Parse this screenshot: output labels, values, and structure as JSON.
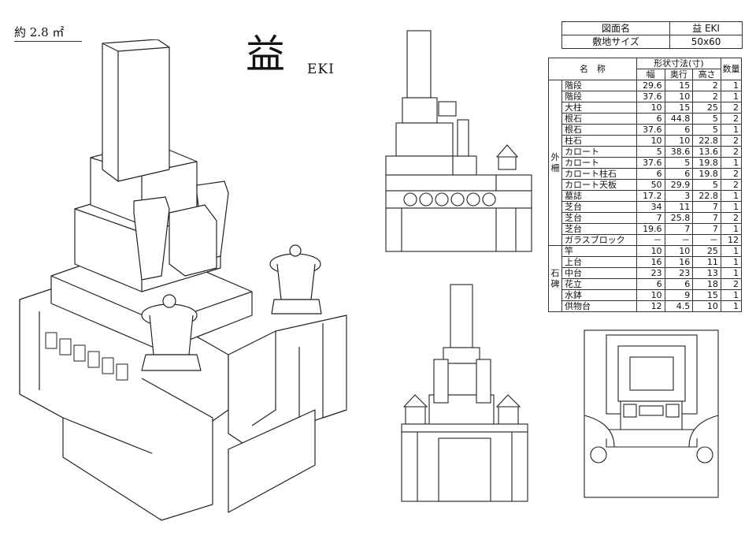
{
  "area_label": "約 2.8 ㎡",
  "title_kanji": "益",
  "title_roman": "EKI",
  "title_block": {
    "drawing_name_label": "図面名",
    "drawing_name_value": "益  EKI",
    "site_size_label": "敷地サイズ",
    "site_size_value": "50x60"
  },
  "spec_table": {
    "header_name": "名　称",
    "header_dims": "形状寸法(寸)",
    "header_width": "幅",
    "header_depth": "奥行",
    "header_height": "高さ",
    "header_qty": "数量",
    "groups": [
      {
        "category": "外\n柵",
        "rows": [
          {
            "name": "階段",
            "w": "29.6",
            "d": "15",
            "h": "2",
            "q": "1"
          },
          {
            "name": "階段",
            "w": "37.6",
            "d": "10",
            "h": "2",
            "q": "1"
          },
          {
            "name": "大柱",
            "w": "10",
            "d": "15",
            "h": "25",
            "q": "2"
          },
          {
            "name": "根石",
            "w": "6",
            "d": "44.8",
            "h": "5",
            "q": "2"
          },
          {
            "name": "根石",
            "w": "37.6",
            "d": "6",
            "h": "5",
            "q": "1"
          },
          {
            "name": "柱石",
            "w": "10",
            "d": "10",
            "h": "22.8",
            "q": "2"
          },
          {
            "name": "カロート",
            "w": "5",
            "d": "38.6",
            "h": "13.6",
            "q": "2"
          },
          {
            "name": "カロート",
            "w": "37.6",
            "d": "5",
            "h": "19.8",
            "q": "1"
          },
          {
            "name": "カロート柱石",
            "w": "6",
            "d": "6",
            "h": "19.8",
            "q": "2"
          },
          {
            "name": "カロート天板",
            "w": "50",
            "d": "29.9",
            "h": "5",
            "q": "2"
          },
          {
            "name": "墓誌",
            "w": "17.2",
            "d": "3",
            "h": "22.8",
            "q": "1"
          },
          {
            "name": "芝台",
            "w": "34",
            "d": "11",
            "h": "7",
            "q": "1"
          },
          {
            "name": "芝台",
            "w": "7",
            "d": "25.8",
            "h": "7",
            "q": "2"
          },
          {
            "name": "芝台",
            "w": "19.6",
            "d": "7",
            "h": "7",
            "q": "1"
          },
          {
            "name": "ガラスブロック",
            "w": "－",
            "d": "－",
            "h": "－",
            "q": "12"
          }
        ]
      },
      {
        "category": "石\n碑",
        "rows": [
          {
            "name": "竿",
            "w": "10",
            "d": "10",
            "h": "25",
            "q": "1"
          },
          {
            "name": "上台",
            "w": "16",
            "d": "16",
            "h": "11",
            "q": "1"
          },
          {
            "name": "中台",
            "w": "23",
            "d": "23",
            "h": "13",
            "q": "1"
          },
          {
            "name": "花立",
            "w": "6",
            "d": "6",
            "h": "18",
            "q": "2"
          },
          {
            "name": "水鉢",
            "w": "10",
            "d": "9",
            "h": "15",
            "q": "1"
          },
          {
            "name": "供物台",
            "w": "12",
            "d": "4.5",
            "h": "10",
            "q": "1"
          }
        ]
      }
    ]
  }
}
